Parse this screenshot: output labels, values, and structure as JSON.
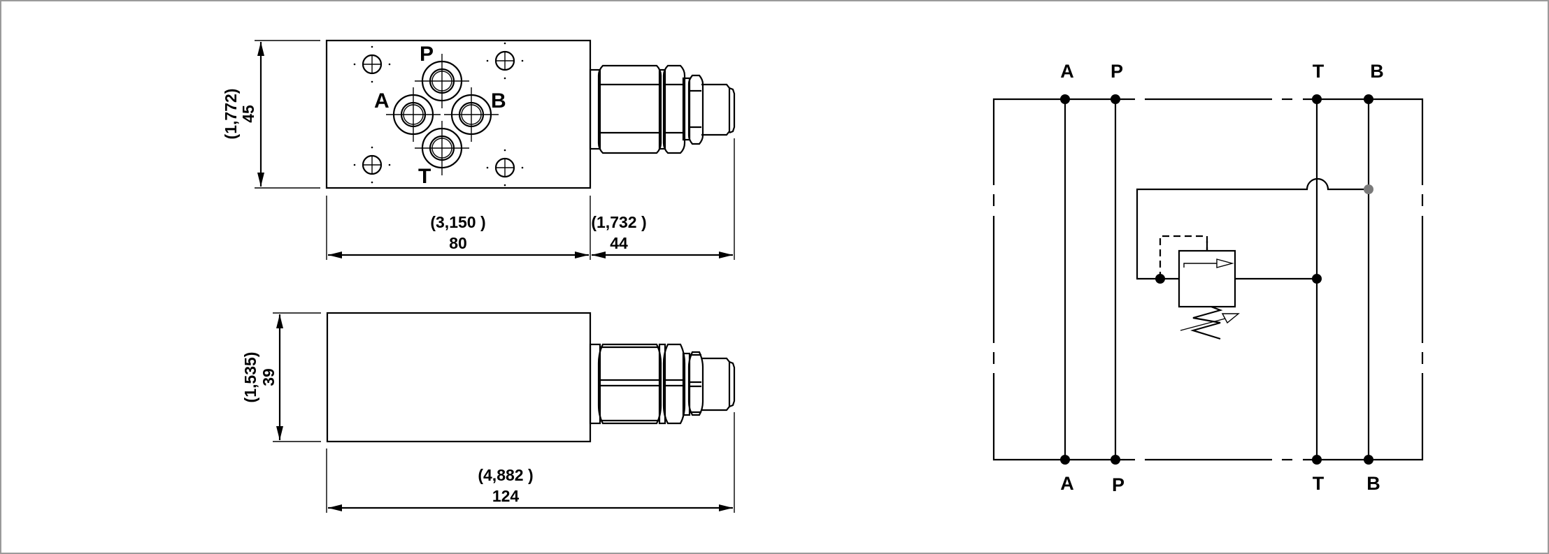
{
  "drawing": {
    "top_view": {
      "ports": [
        {
          "label": "P"
        },
        {
          "label": "A"
        },
        {
          "label": "B"
        },
        {
          "label": "T"
        }
      ],
      "height_dim": {
        "inch": "(1,772)",
        "mm": "45"
      },
      "body_length_dim": {
        "inch": "(3,150 )",
        "mm": "80"
      },
      "connector_length_dim": {
        "inch": "(1,732 )",
        "mm": "44"
      }
    },
    "side_view": {
      "height_dim": {
        "inch": "(1,535)",
        "mm": "39"
      },
      "overall_length_dim": {
        "inch": "(4,882 )",
        "mm": "124"
      }
    }
  },
  "schematic": {
    "top_labels": [
      "A",
      "P",
      "T",
      "B"
    ],
    "bottom_labels": [
      "A",
      "P",
      "T",
      "B"
    ],
    "component": "pressure-relief-valve-adjustable",
    "colors": {
      "line": "#000000",
      "junction": "#000000",
      "junction_gray": "#7a7a7a",
      "frame": "#9a9a9a"
    }
  }
}
